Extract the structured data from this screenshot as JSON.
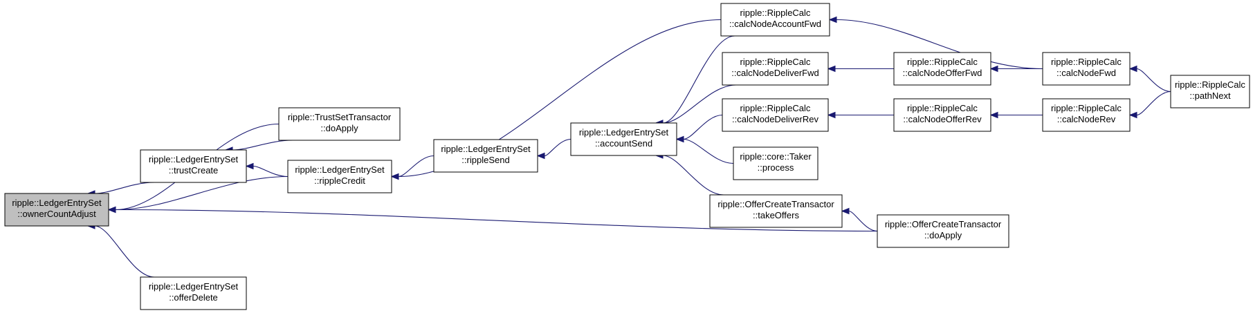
{
  "graph": {
    "colors": {
      "edge": "#191970",
      "node_fill": "#ffffff",
      "root_fill": "#bfbfbf",
      "border": "#000000"
    },
    "nodes": [
      {
        "id": "ownerCountAdjust",
        "line1": "ripple::LedgerEntrySet",
        "line2": "::ownerCountAdjust",
        "root": true
      },
      {
        "id": "trustCreate",
        "line1": "ripple::LedgerEntrySet",
        "line2": "::trustCreate"
      },
      {
        "id": "offerDelete",
        "line1": "ripple::LedgerEntrySet",
        "line2": "::offerDelete"
      },
      {
        "id": "trustSetDoApply",
        "line1": "ripple::TrustSetTransactor",
        "line2": "::doApply"
      },
      {
        "id": "rippleCredit",
        "line1": "ripple::LedgerEntrySet",
        "line2": "::rippleCredit"
      },
      {
        "id": "rippleSend",
        "line1": "ripple::LedgerEntrySet",
        "line2": "::rippleSend"
      },
      {
        "id": "accountSend",
        "line1": "ripple::LedgerEntrySet",
        "line2": "::accountSend"
      },
      {
        "id": "calcNodeAccountFwd",
        "line1": "ripple::RippleCalc",
        "line2": "::calcNodeAccountFwd"
      },
      {
        "id": "calcNodeDeliverFwd",
        "line1": "ripple::RippleCalc",
        "line2": "::calcNodeDeliverFwd"
      },
      {
        "id": "calcNodeDeliverRev",
        "line1": "ripple::RippleCalc",
        "line2": "::calcNodeDeliverRev"
      },
      {
        "id": "takerProcess",
        "line1": "ripple::core::Taker",
        "line2": "::process"
      },
      {
        "id": "takeOffers",
        "line1": "ripple::OfferCreateTransactor",
        "line2": "::takeOffers"
      },
      {
        "id": "calcNodeOfferFwd",
        "line1": "ripple::RippleCalc",
        "line2": "::calcNodeOfferFwd"
      },
      {
        "id": "calcNodeOfferRev",
        "line1": "ripple::RippleCalc",
        "line2": "::calcNodeOfferRev"
      },
      {
        "id": "offerCreateDoApply",
        "line1": "ripple::OfferCreateTransactor",
        "line2": "::doApply"
      },
      {
        "id": "calcNodeFwd",
        "line1": "ripple::RippleCalc",
        "line2": "::calcNodeFwd"
      },
      {
        "id": "calcNodeRev",
        "line1": "ripple::RippleCalc",
        "line2": "::calcNodeRev"
      },
      {
        "id": "pathNext",
        "line1": "ripple::RippleCalc",
        "line2": "::pathNext"
      }
    ],
    "edges": [
      {
        "from": "trustSetDoApply",
        "to": "ownerCountAdjust"
      },
      {
        "from": "trustCreate",
        "to": "ownerCountAdjust"
      },
      {
        "from": "rippleCredit",
        "to": "ownerCountAdjust"
      },
      {
        "from": "offerCreateDoApply",
        "to": "ownerCountAdjust"
      },
      {
        "from": "offerDelete",
        "to": "ownerCountAdjust"
      },
      {
        "from": "trustSetDoApply",
        "to": "trustCreate"
      },
      {
        "from": "rippleCredit",
        "to": "trustCreate"
      },
      {
        "from": "calcNodeAccountFwd",
        "to": "rippleCredit"
      },
      {
        "from": "rippleSend",
        "to": "rippleCredit"
      },
      {
        "from": "accountSend",
        "to": "rippleSend"
      },
      {
        "from": "calcNodeAccountFwd",
        "to": "accountSend"
      },
      {
        "from": "calcNodeDeliverFwd",
        "to": "accountSend"
      },
      {
        "from": "calcNodeDeliverRev",
        "to": "accountSend"
      },
      {
        "from": "takerProcess",
        "to": "accountSend"
      },
      {
        "from": "takeOffers",
        "to": "accountSend"
      },
      {
        "from": "calcNodeFwd",
        "to": "calcNodeAccountFwd"
      },
      {
        "from": "calcNodeOfferFwd",
        "to": "calcNodeDeliverFwd"
      },
      {
        "from": "calcNodeOfferRev",
        "to": "calcNodeDeliverRev"
      },
      {
        "from": "offerCreateDoApply",
        "to": "takeOffers"
      },
      {
        "from": "calcNodeFwd",
        "to": "calcNodeOfferFwd"
      },
      {
        "from": "calcNodeRev",
        "to": "calcNodeOfferRev"
      },
      {
        "from": "pathNext",
        "to": "calcNodeFwd"
      },
      {
        "from": "pathNext",
        "to": "calcNodeRev"
      }
    ]
  }
}
